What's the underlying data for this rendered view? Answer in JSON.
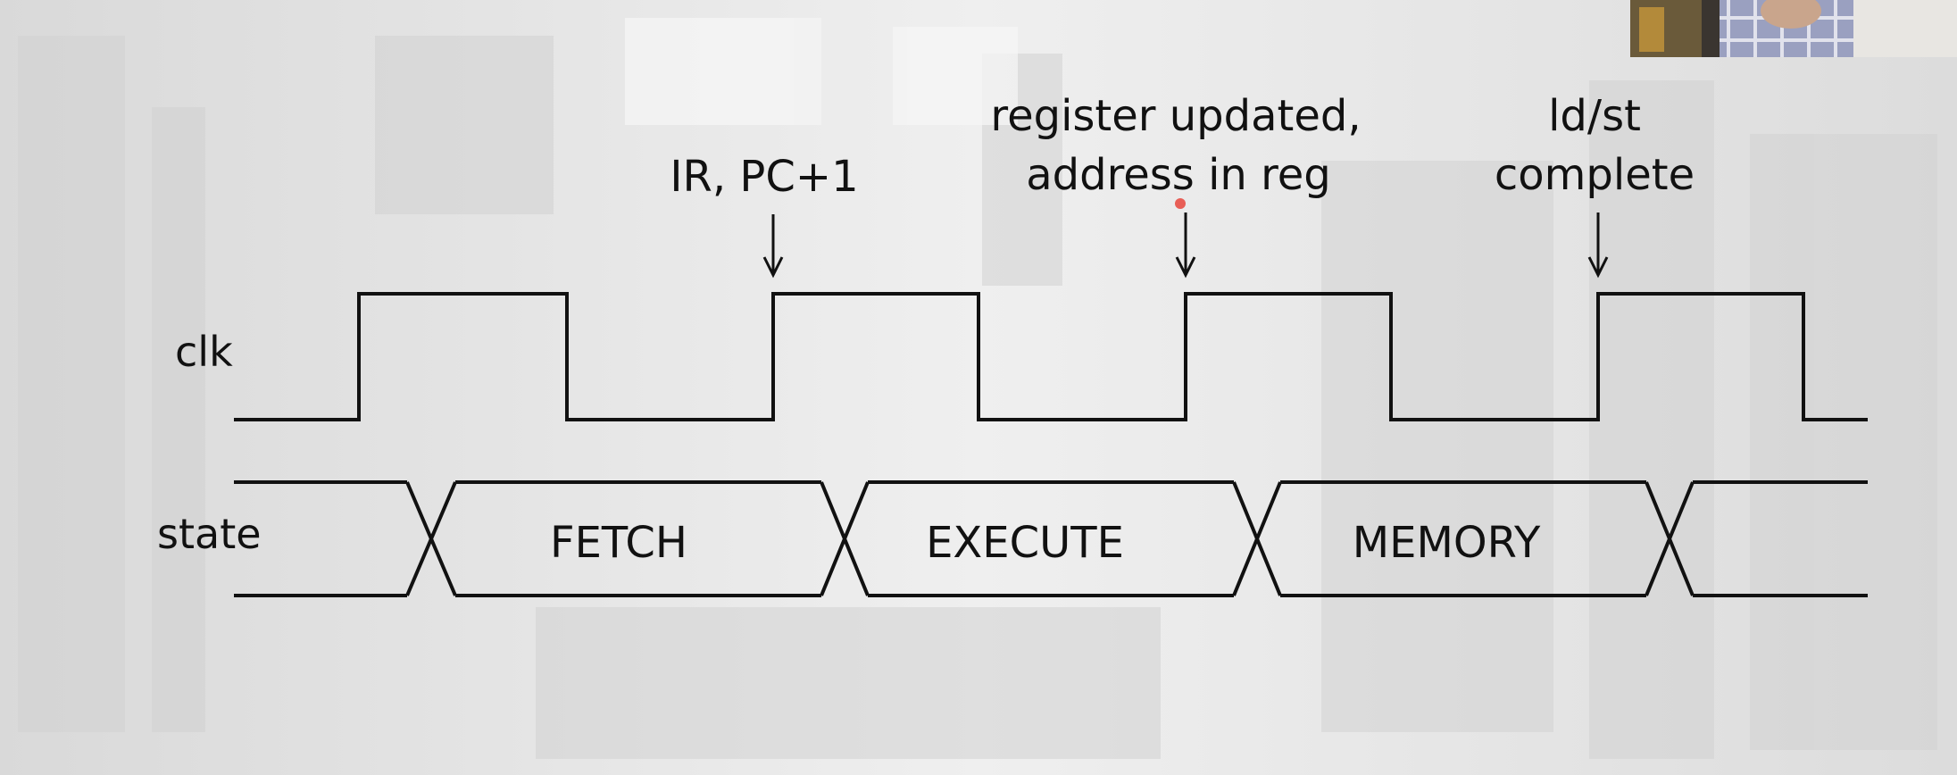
{
  "signals": {
    "clk_label": "clk",
    "state_label": "state"
  },
  "annotations": {
    "a1_line1": "IR, PC+1",
    "a2_line1": "register updated,",
    "a2_line2": "address in reg",
    "a3_line1": "ld/st",
    "a3_line2": "complete"
  },
  "states": {
    "s1": "FETCH",
    "s2": "EXECUTE",
    "s3": "MEMORY"
  },
  "colors": {
    "waveform": "#111111",
    "background": "#ececec",
    "pointer_dot": "#e8453c"
  }
}
